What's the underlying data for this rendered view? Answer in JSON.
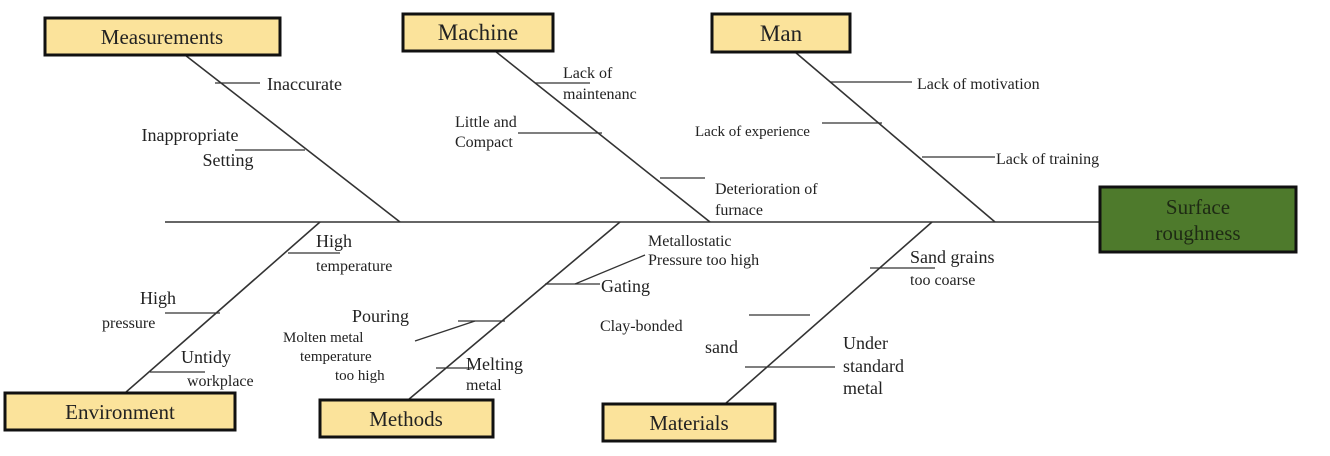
{
  "effect": {
    "line1": "Surface",
    "line2": "roughness",
    "color": "#4e7a2c"
  },
  "category_color": "#fbe39b",
  "categories": {
    "measurements": {
      "label": "Measurements",
      "causes": [
        "Inaccurate",
        "Inappropriate",
        "Setting"
      ]
    },
    "machine": {
      "label": "Machine",
      "causes": [
        "Lack of",
        "maintenanc",
        "Little and",
        "Compact",
        "Deterioration of",
        "furnace"
      ]
    },
    "man": {
      "label": "Man",
      "causes": [
        "Lack of motivation",
        "Lack of experience",
        "Lack of training"
      ]
    },
    "environment": {
      "label": "Environment",
      "causes": [
        "High",
        "temperature",
        "High",
        "pressure",
        "Untidy",
        "workplace"
      ]
    },
    "methods": {
      "label": "Methods",
      "causes": [
        "Metallostatic",
        "Pressure too high",
        "Gating",
        "Pouring",
        "Molten metal",
        "temperature",
        "too high",
        "Melting",
        "metal"
      ]
    },
    "materials": {
      "label": "Materials",
      "causes": [
        "Sand grains",
        "too coarse",
        "Clay-bonded",
        "sand",
        "Under",
        "standard",
        "metal"
      ]
    }
  }
}
